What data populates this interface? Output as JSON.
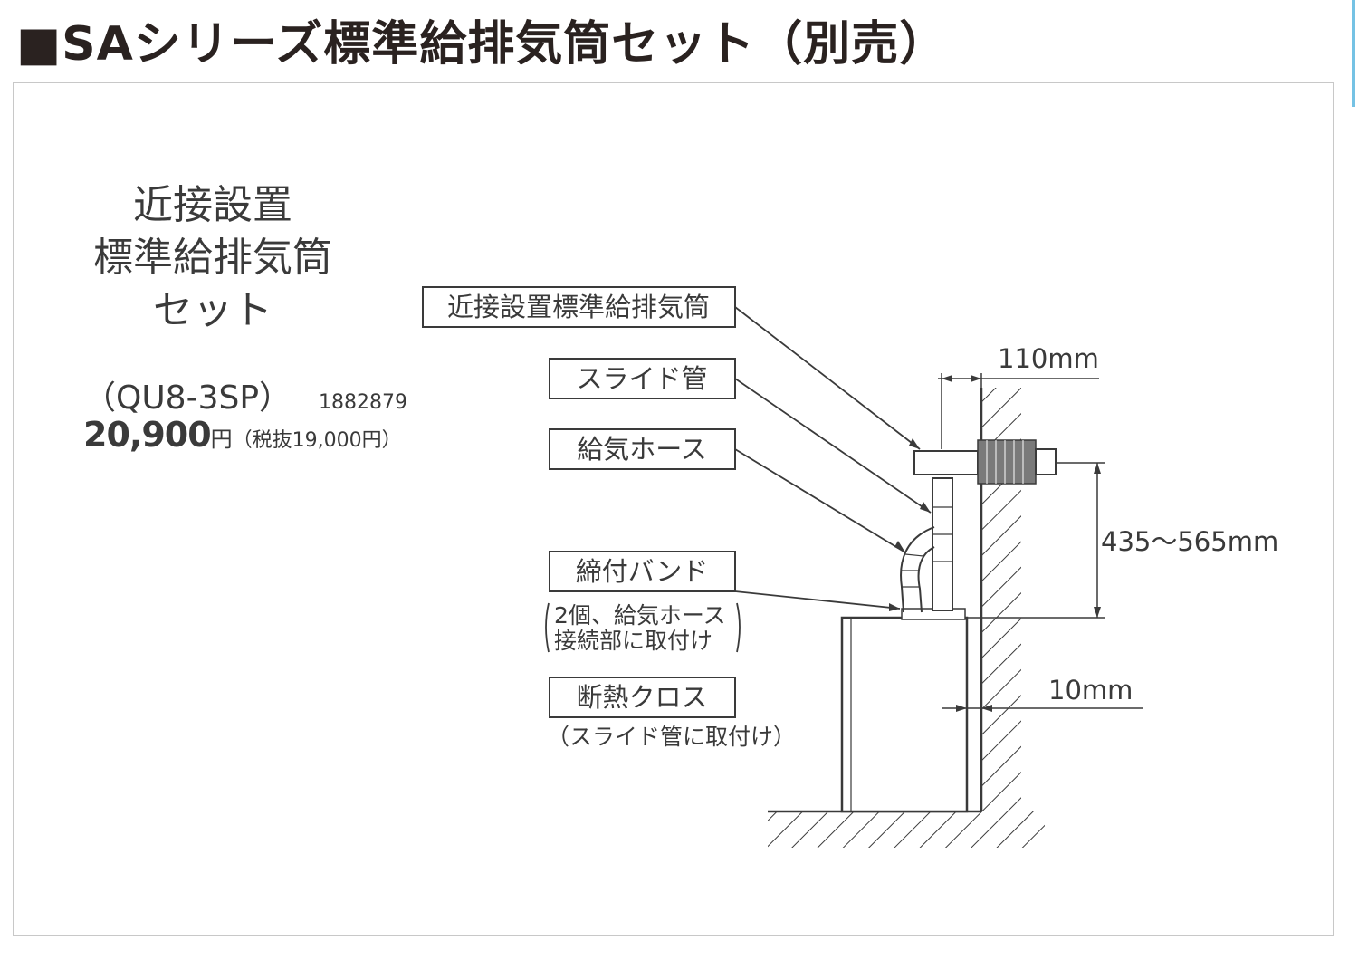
{
  "header": {
    "title": "■SAシリーズ標準給排気筒セット（別売）"
  },
  "product": {
    "name_lines": [
      "近接設置",
      "標準給排気筒",
      "セット"
    ],
    "model": "（QU8-3SP）",
    "product_number": "1882879",
    "price": "20,900",
    "price_unit": "円",
    "price_excl_tax": "（税抜19,000円）"
  },
  "diagram": {
    "labels": {
      "flue": "近接設置標準給排気筒",
      "slide_pipe": "スライド管",
      "intake_hose": "給気ホース",
      "band": "締付バンド",
      "band_note_1": "2個、給気ホース",
      "band_note_2": "接続部に取付け",
      "cloth": "断熱クロス",
      "cloth_note": "（スライド管に取付け）"
    },
    "dimensions": {
      "wall_offset": "110mm",
      "height_range": "435～565mm",
      "clearance": "10mm"
    }
  },
  "colors": {
    "line": "#3a3a3a",
    "panel_border": "#c8c8c8",
    "edge_accent": "#3aa8d8"
  }
}
